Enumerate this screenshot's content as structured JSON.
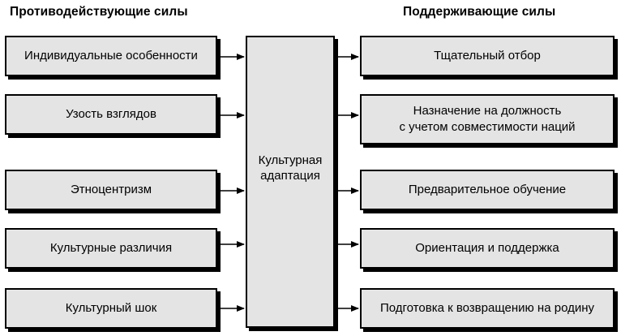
{
  "headings": {
    "left": "Противодействующие силы",
    "right": "Поддерживающие силы"
  },
  "center": {
    "line1": "Культурная",
    "line2": "адаптация"
  },
  "left_items": [
    "Индивидуальные особенности",
    "Узость взглядов",
    "Этноцентризм",
    "Культурные различия",
    "Культурный шок"
  ],
  "right_items": [
    {
      "line1": "Тщательный отбор",
      "line2": ""
    },
    {
      "line1": "Назначение на должность",
      "line2": "с учетом совместимости наций"
    },
    {
      "line1": "Предварительное обучение",
      "line2": ""
    },
    {
      "line1": "Ориентация и поддержка",
      "line2": ""
    },
    {
      "line1": "Подготовка к возвращению на родину",
      "line2": ""
    }
  ]
}
